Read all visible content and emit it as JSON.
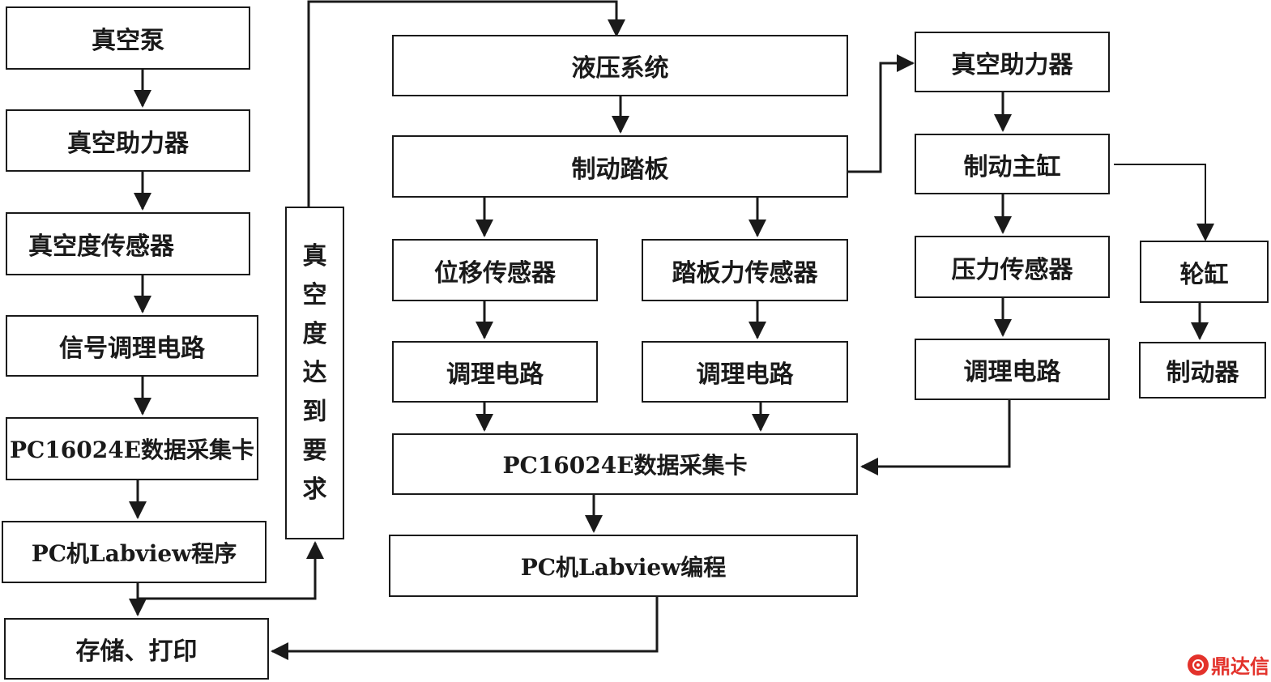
{
  "left_chain": {
    "vacuum_pump": "真空泵",
    "vacuum_booster": "真空助力器",
    "vacuum_sensor": "真空度传感器",
    "signal_conditioning": "信号调理电路",
    "daq_card": "PC16024E数据采集卡",
    "labview_program": "PC机Labview程序",
    "store_print": "存储、打印"
  },
  "vertical_label": "真空度达到要求",
  "center_chain": {
    "hydraulic_system": "液压系统",
    "brake_pedal": "制动踏板",
    "displacement_sensor": "位移传感器",
    "pedal_force_sensor": "踏板力传感器",
    "conditioning_1": "调理电路",
    "conditioning_2": "调理电路",
    "daq_card": "PC16024E数据采集卡",
    "labview_programming": "PC机Labview编程"
  },
  "right_chain": {
    "vacuum_booster": "真空助力器",
    "master_cylinder": "制动主缸",
    "pressure_sensor": "压力传感器",
    "conditioning": "调理电路",
    "wheel_cylinder": "轮缸",
    "brake": "制动器"
  },
  "watermark": {
    "text": "鼎达信",
    "color": "#e3322b"
  }
}
